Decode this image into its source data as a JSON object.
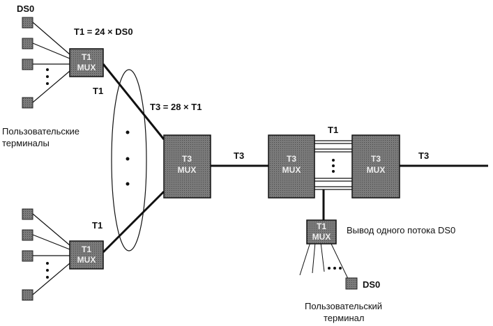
{
  "labels": {
    "ds0_top": "DS0",
    "t1_formula": "T1 = 24 × DS0",
    "t1_upper": "T1",
    "t3_formula": "T3 = 28 × T1",
    "user_terminals": [
      "Пользовательские",
      "терминалы"
    ],
    "t1_lower": "T1",
    "t3_link": "T3",
    "t1_between": "T1",
    "t3_out": "T3",
    "drop_label": "Вывод одного потока DS0",
    "ds0_bottom": "DS0",
    "user_terminal": [
      "Пользовательский",
      "терминал"
    ]
  },
  "boxes": {
    "t1_mux_upper": [
      "T1",
      "MUX"
    ],
    "t1_mux_lower": [
      "T1",
      "MUX"
    ],
    "t3_mux_left": [
      "T3",
      "MUX"
    ],
    "t3_mux_mid": [
      "T3",
      "MUX"
    ],
    "t3_mux_right": [
      "T3",
      "MUX"
    ],
    "t1_mux_drop": [
      "T1",
      "MUX"
    ]
  },
  "colors": {
    "box_fill": "#6b6b6b",
    "terminal_fill": "#8a8a8a",
    "line": "#111111"
  }
}
